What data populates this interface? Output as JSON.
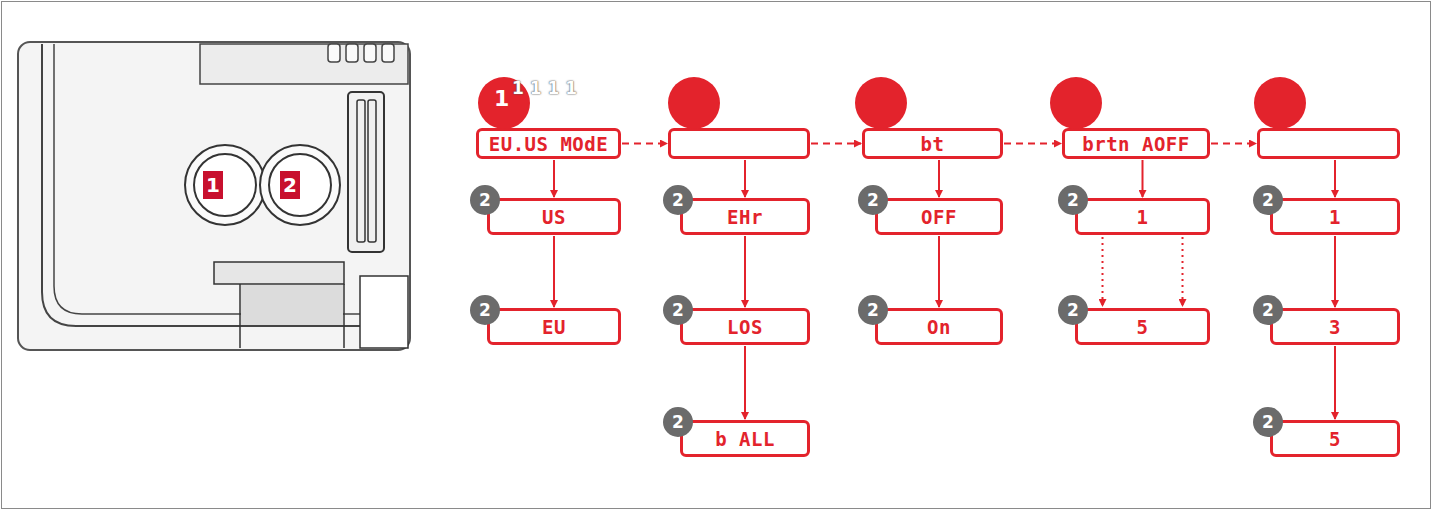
{
  "diagram": {
    "nodes": [
      {
        "text": [
          "EU.US MOdE"
        ]
      },
      {
        "text": [
          "US"
        ]
      },
      {
        "text": [
          "EU"
        ]
      },
      {
        "text": []
      },
      {
        "text": [
          "EHr"
        ]
      },
      {
        "text": [
          "LOS"
        ]
      },
      {
        "text": [
          "b ALL"
        ]
      },
      {
        "text": [
          "bt"
        ]
      },
      {
        "text": [
          "OFF"
        ]
      },
      {
        "text": [
          "On"
        ]
      },
      {
        "text": [
          "brtn AOFF"
        ]
      },
      {
        "text": [
          "1"
        ]
      },
      {
        "text": [
          "5"
        ]
      },
      {
        "text": []
      },
      {
        "text": [
          "1"
        ]
      },
      {
        "text": [
          "3"
        ]
      },
      {
        "text": [
          "5"
        ]
      }
    ],
    "edges": [
      {
        "from": 0,
        "to": 3,
        "arrow": "to"
      },
      {
        "from": 3,
        "to": 7,
        "arrow": "to"
      },
      {
        "from": 7,
        "to": 10,
        "arrow": "to"
      },
      {
        "from": 10,
        "to": 13,
        "arrow": "to"
      },
      {
        "from": 0,
        "to": 1,
        "arrow": "to"
      },
      {
        "from": 1,
        "to": 2,
        "arrow": "to"
      },
      {
        "from": 3,
        "to": 4,
        "arrow": "to"
      },
      {
        "from": 4,
        "to": 5,
        "arrow": "to"
      },
      {
        "from": 5,
        "to": 6,
        "arrow": "to"
      },
      {
        "from": 7,
        "to": 8,
        "arrow": "to"
      },
      {
        "from": 8,
        "to": 9,
        "arrow": "to"
      },
      {
        "from": 10,
        "to": 11,
        "arrow": "to"
      },
      {
        "from": 11,
        "to": 12,
        "arrow": "to"
      },
      {
        "from": 13,
        "to": 14,
        "arrow": "to"
      },
      {
        "from": 14,
        "to": 15,
        "arrow": "to"
      },
      {
        "from": 15,
        "to": 16,
        "arrow": "to"
      }
    ],
    "labels": [
      "1",
      "2",
      "1",
      "1 1 1 1",
      "2",
      "2",
      "2",
      "2",
      "2",
      "2",
      "2",
      "2",
      "2",
      "2",
      "2",
      "2"
    ]
  }
}
